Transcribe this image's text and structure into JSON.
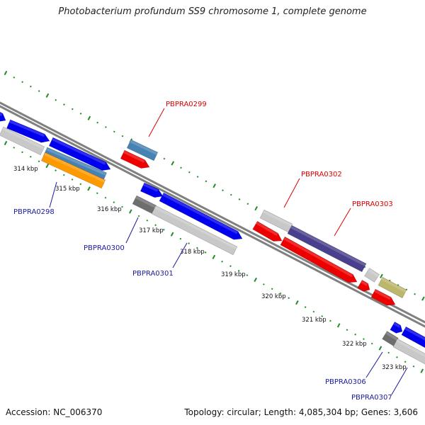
{
  "title": "Photobacterium profundum SS9 chromosome 1, complete genome",
  "footer": {
    "accession": "Accession: NC_006370",
    "summary": "Topology: circular; Length: 4,085,304 bp; Genes: 3,606"
  },
  "ticks": [
    "314 kbp",
    "315 kbp",
    "316 kbp",
    "317 kbp",
    "318 kbp",
    "319 kbp",
    "320 kbp",
    "321 kbp",
    "322 kbp",
    "323 kbp"
  ],
  "gene_labels": {
    "PBPRA0298": "PBPRA0298",
    "PBPRA0299": "PBPRA0299",
    "PBPRA0300": "PBPRA0300",
    "PBPRA0301": "PBPRA0301",
    "PBPRA0302": "PBPRA0302",
    "PBPRA0303": "PBPRA0303",
    "PBPRA0306": "PBPRA0306",
    "PBPRA0307": "PBPRA0307"
  },
  "colors": {
    "blue": "#0000ee",
    "red": "#ee0000",
    "light_gray": "#c8c8c8",
    "dark_gray": "#6e6e6e",
    "steel_blue": "#4682b4",
    "orange": "#ff9900",
    "slate_blue": "#48408c",
    "khaki": "#bdb76b",
    "backbone": "#808080",
    "tick_green": "#228b22",
    "label_red": "#dd0000",
    "label_blue": "#1a1aa0"
  }
}
